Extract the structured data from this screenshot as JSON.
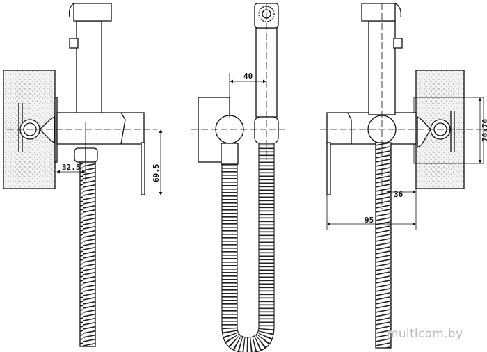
{
  "dimensions": {
    "hose_offset": "32.5",
    "lever_height": "69.5",
    "head_offset": "40",
    "plate_size": "70x70",
    "holder_depth": "36",
    "total_depth": "95"
  },
  "watermark": "multicom.by",
  "colors": {
    "line": "#111111",
    "wall": "#e8e8e8"
  }
}
